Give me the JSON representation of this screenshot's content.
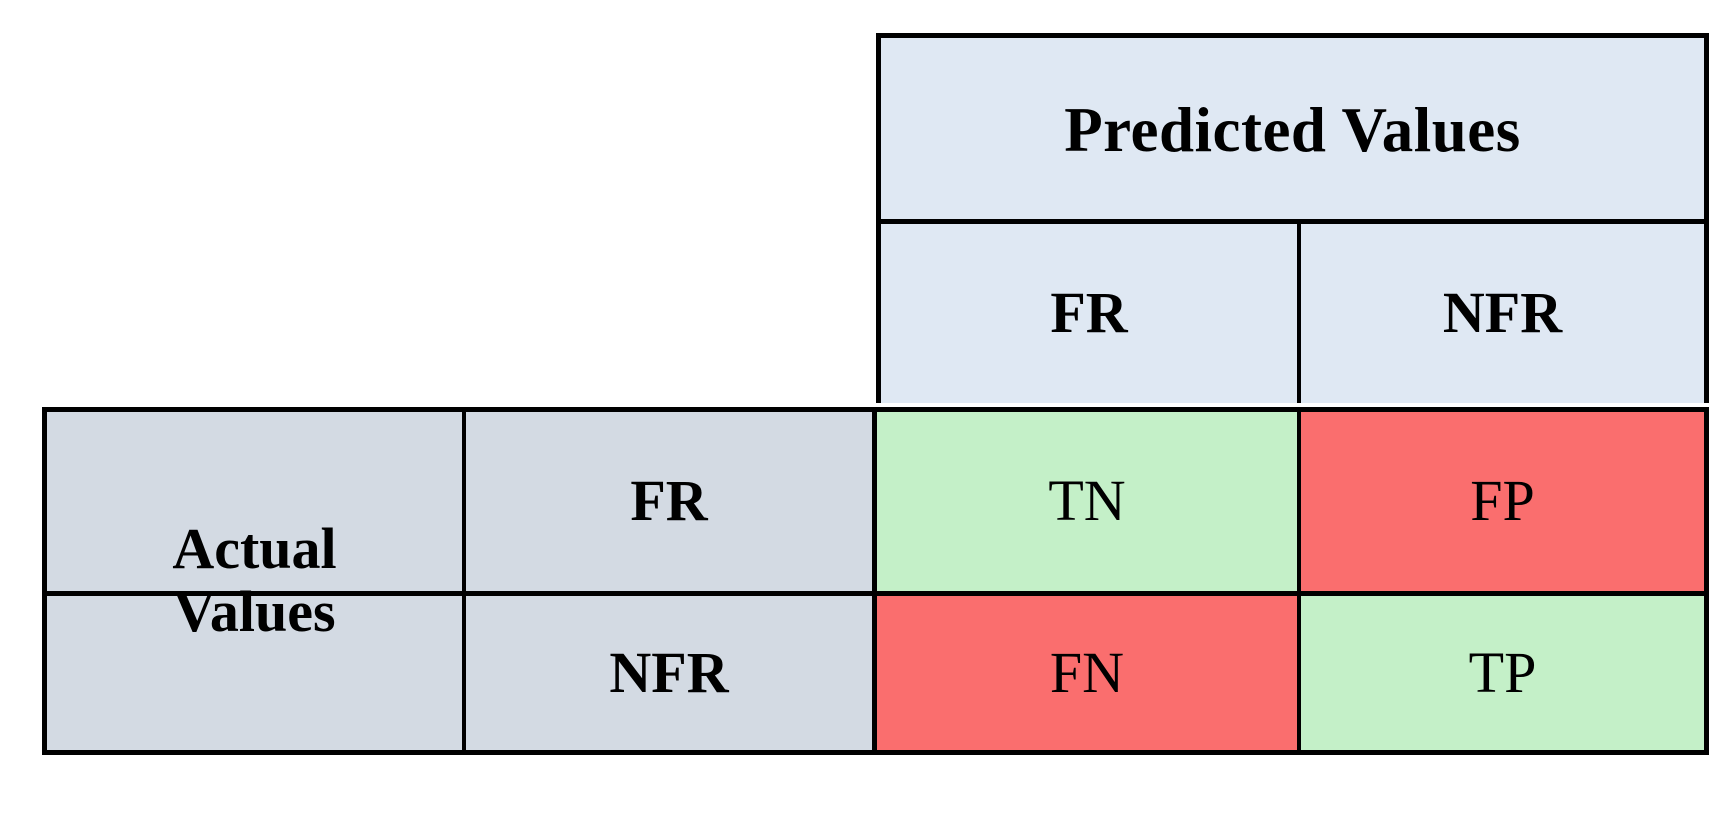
{
  "diagram": {
    "type": "confusion-matrix",
    "predicted_header": "Predicted Values",
    "actual_header_line1": "Actual",
    "actual_header_line2": "Values",
    "predicted_classes": [
      "FR",
      "NFR"
    ],
    "actual_classes": [
      "FR",
      "NFR"
    ],
    "cells": [
      {
        "actual": "FR",
        "predicted": "FR",
        "label": "TN",
        "tone": "green"
      },
      {
        "actual": "FR",
        "predicted": "NFR",
        "label": "FP",
        "tone": "red"
      },
      {
        "actual": "NFR",
        "predicted": "FR",
        "label": "FN",
        "tone": "red"
      },
      {
        "actual": "NFR",
        "predicted": "NFR",
        "label": "TP",
        "tone": "green"
      }
    ],
    "colors": {
      "predicted_header_bg": "#DFE8F3",
      "actual_header_bg": "#D3DAE3",
      "correct_bg": "#C4F0C8",
      "incorrect_bg": "#FA6E6E",
      "border": "#000000",
      "text": "#000000",
      "page_bg": "#FFFFFF"
    }
  }
}
